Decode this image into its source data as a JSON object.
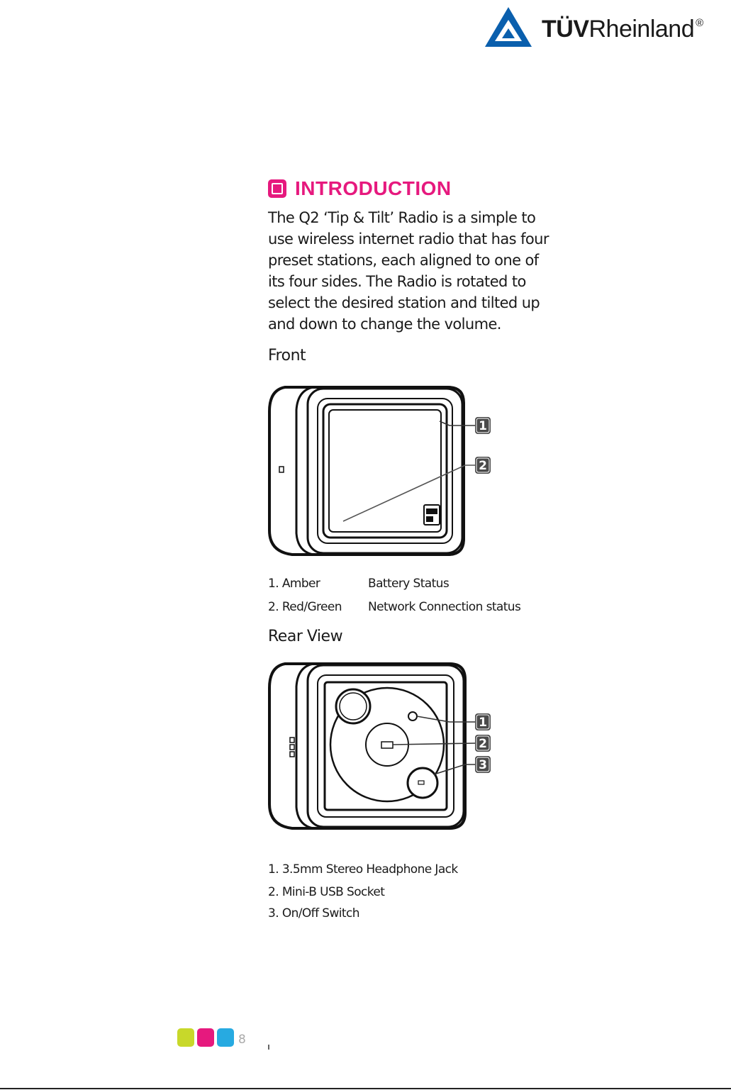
{
  "logo": {
    "brand_bold": "TÜV",
    "brand_regular": "Rheinland",
    "registered": "®",
    "color": "#0a5fad"
  },
  "heading": {
    "text": "INTRODUCTION",
    "color": "#e6197e"
  },
  "intro": {
    "lines": [
      "The Q2 ‘Tip & Tilt’ Radio is a simple to",
      "use wireless internet radio that has four",
      "preset stations, each aligned to one of",
      "its four sides. The Radio is rotated to",
      "select the desired station and tilted up",
      "and down to change the volume."
    ]
  },
  "front": {
    "title": "Front",
    "callouts": [
      "1",
      "2"
    ],
    "legend": [
      {
        "label": "1. Amber",
        "description": "Battery Status"
      },
      {
        "label": "2. Red/Green",
        "description": "Network Connection status"
      }
    ]
  },
  "rear": {
    "title": "Rear View",
    "callouts": [
      "1",
      "2",
      "3"
    ],
    "legend": [
      "1. 3.5mm Stereo Headphone Jack",
      "2. Mini-B USB Socket",
      "3. On/Off Switch"
    ]
  },
  "footer": {
    "page_number": "8",
    "squares": [
      "#c8d82a",
      "#e6197e",
      "#27aae1"
    ]
  }
}
